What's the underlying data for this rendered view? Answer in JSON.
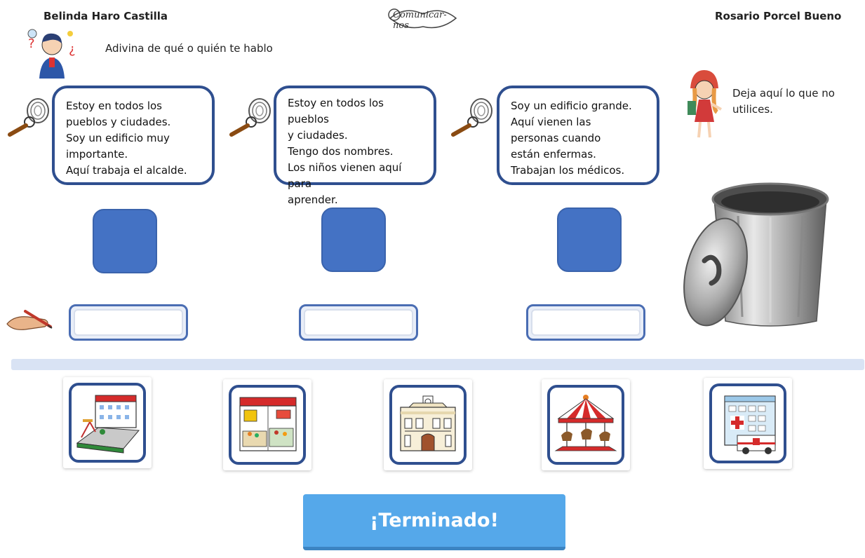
{
  "header": {
    "author_left": "Belinda Haro Castilla",
    "author_right": "Rosario Porcel Bueno",
    "logo": "Comunicar-nos",
    "instruction": "Adivina de qué o quién te hablo"
  },
  "bin": {
    "instruction": "Deja aquí lo que no utilices."
  },
  "riddles": [
    {
      "text": "Estoy en todos los\npueblos y ciudades.\nSoy un edificio muy\nimportante.\nAquí trabaja el alcalde."
    },
    {
      "text": "Estoy en todos los pueblos\ny ciudades.\nTengo dos nombres.\nLos niños vienen aquí para\naprender."
    },
    {
      "text": "Soy un edificio grande.\nAquí vienen las\npersonas cuando\nestán enfermas.\nTrabajan los médicos."
    }
  ],
  "answers": [
    {
      "value": "",
      "placeholder": ""
    },
    {
      "value": "",
      "placeholder": ""
    },
    {
      "value": "",
      "placeholder": ""
    }
  ],
  "cards": [
    {
      "icon": "school-icon"
    },
    {
      "icon": "market-icon"
    },
    {
      "icon": "town-hall-icon"
    },
    {
      "icon": "carousel-icon"
    },
    {
      "icon": "hospital-icon"
    }
  ],
  "button": {
    "label": "¡Terminado!"
  },
  "colors": {
    "bubble_border": "#2f4f8f",
    "drop_square": "#4472c4",
    "divider": "#d9e3f4",
    "button": "#55a8ea"
  }
}
